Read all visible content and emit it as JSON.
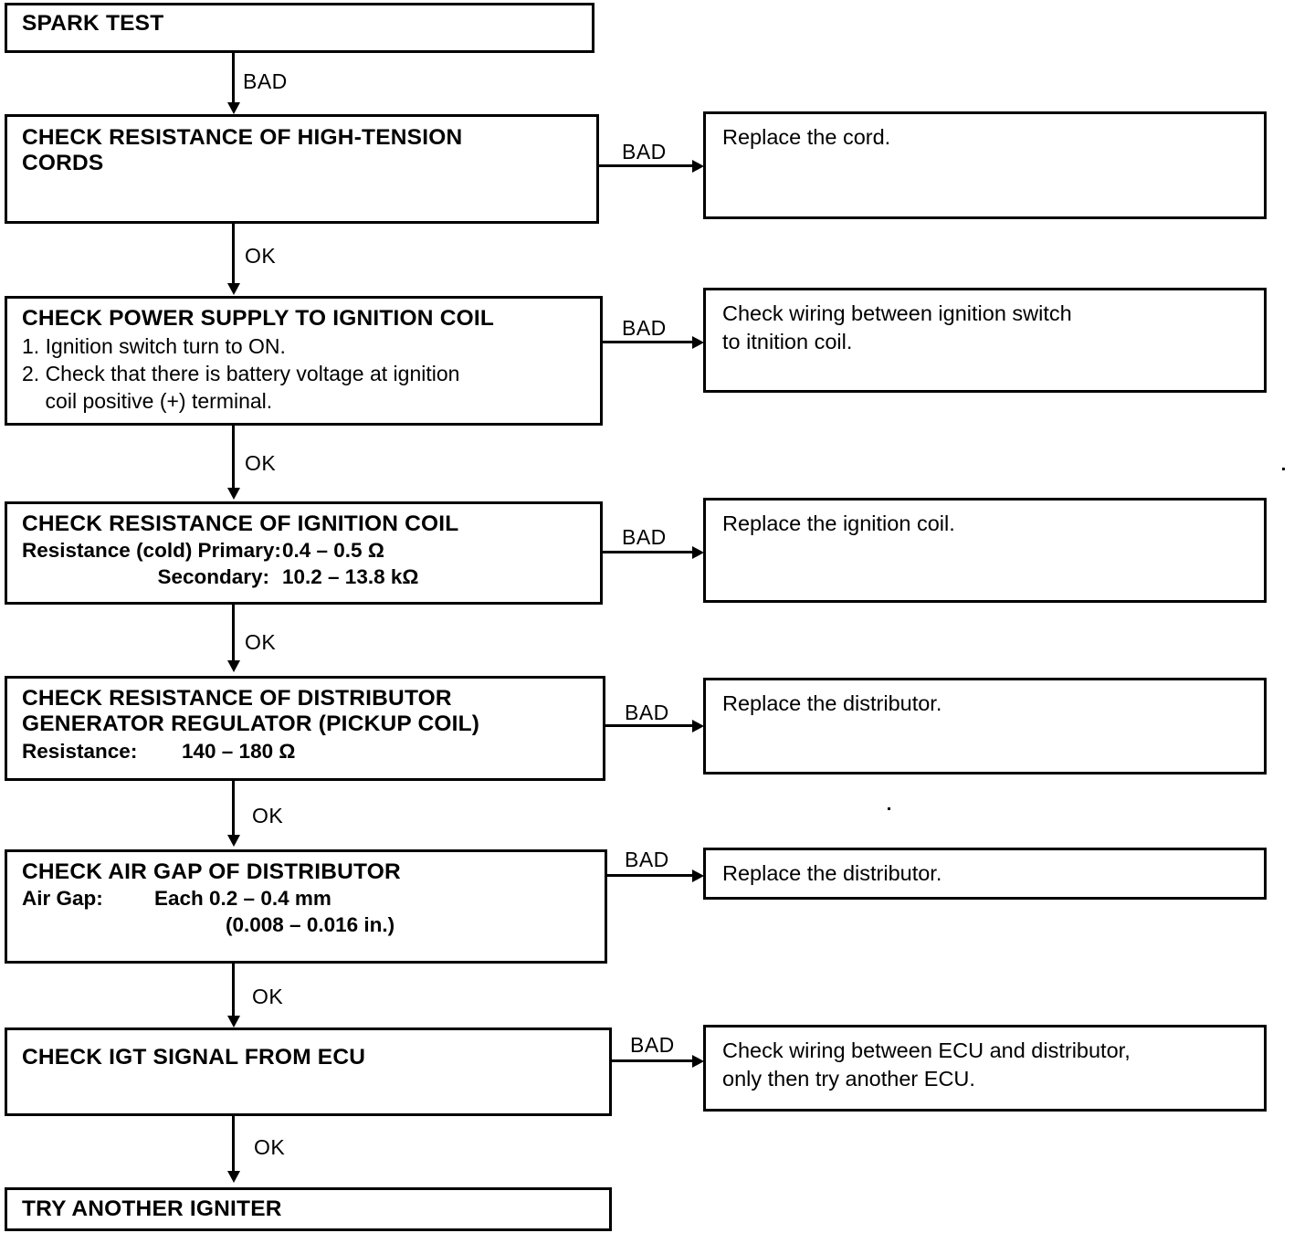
{
  "diagram": {
    "title": "Ignition system troubleshooting flowchart",
    "line_color": "#000000",
    "background": "#ffffff"
  },
  "steps": [
    {
      "id": "spark-test",
      "title": "SPARK TEST",
      "out_label": "BAD"
    },
    {
      "id": "check-high-tension-cords",
      "title": "CHECK RESISTANCE OF HIGH-TENSION\nCORDS",
      "bad_label": "BAD",
      "ok_label": "OK",
      "action": "Replace the cord."
    },
    {
      "id": "check-power-supply",
      "title": "CHECK POWER SUPPLY TO IGNITION COIL",
      "items": [
        "1. Ignition switch turn to ON.",
        "2. Check that there is battery voltage at ignition",
        "    coil positive (+) terminal."
      ],
      "bad_label": "BAD",
      "ok_label": "OK",
      "action": "Check wiring between ignition switch\nto itnition coil."
    },
    {
      "id": "check-ignition-coil-resistance",
      "title": "CHECK RESISTANCE OF IGNITION COIL",
      "specs": [
        {
          "label": "Resistance (cold) Primary:",
          "value": "0.4 – 0.5 Ω"
        },
        {
          "label": "Secondary:",
          "value": "10.2 – 13.8 kΩ"
        }
      ],
      "bad_label": "BAD",
      "ok_label": "OK",
      "action": "Replace the ignition coil."
    },
    {
      "id": "check-distributor-generator-regulator",
      "title": "CHECK RESISTANCE OF DISTRIBUTOR\nGENERATOR REGULATOR (PICKUP COIL)",
      "specs": [
        {
          "label": "Resistance:",
          "value": "140 – 180 Ω"
        }
      ],
      "bad_label": "BAD",
      "ok_label": "OK",
      "action": "Replace the distributor."
    },
    {
      "id": "check-air-gap",
      "title": "CHECK AIR GAP OF DISTRIBUTOR",
      "specs": [
        {
          "label": "Air Gap:",
          "value": "Each 0.2 – 0.4 mm"
        },
        {
          "label": "",
          "value": "(0.008 – 0.016 in.)"
        }
      ],
      "bad_label": "BAD",
      "ok_label": "OK",
      "action": "Replace the distributor."
    },
    {
      "id": "check-igt-signal",
      "title": "CHECK IGT SIGNAL FROM ECU",
      "bad_label": "BAD",
      "ok_label": "OK",
      "action": "Check wiring between ECU and distributor,\nonly then try another ECU."
    },
    {
      "id": "try-another-igniter",
      "title": "TRY ANOTHER IGNITER"
    }
  ]
}
